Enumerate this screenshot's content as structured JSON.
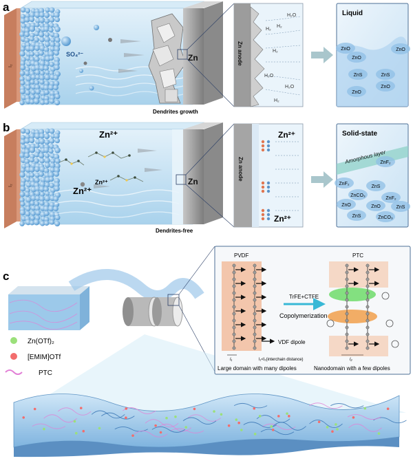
{
  "panels": {
    "a": {
      "letter": "a",
      "cathode_label": "I₂",
      "ion_label": "SO₄²⁻",
      "electrode_label": "Zn",
      "caption": "Dendrites growth",
      "zoom": {
        "anode_label": "Zn anode",
        "gas_labels": [
          "H₂O",
          "H₂",
          "H₂",
          "H₂",
          "H₂O",
          "H₂O",
          "H₂"
        ]
      },
      "result": {
        "title": "Liquid",
        "species": [
          "ZnO",
          "ZnO",
          "ZnO",
          "ZnS",
          "ZnS",
          "ZnO",
          "ZnO"
        ]
      }
    },
    "b": {
      "letter": "b",
      "cathode_label": "I₂",
      "ion_top": "Zn²⁺",
      "ion_mid_big": "Zn²⁺",
      "ion_mid_small": "Zn²⁺",
      "electrode_label": "Zn",
      "caption": "Dendrites-free",
      "zoom": {
        "anode_label": "Zn anode",
        "ion_upper": "Zn²⁺",
        "ion_lower": "Zn²⁺"
      },
      "result": {
        "title": "Solid-state",
        "layer_label": "Amorphous layer",
        "species": [
          "ZnF₂",
          "ZnF₂",
          "ZnS",
          "ZnCO₃",
          "ZnF₂",
          "ZnO",
          "ZnO",
          "ZnS",
          "ZnS",
          "ZnCO₃"
        ]
      }
    },
    "c": {
      "letter": "c",
      "legend": [
        {
          "label": "Zn(OTf)₂",
          "color": "#9be07a"
        },
        {
          "label": "[EMIM]OTf",
          "color": "#f26d6d"
        },
        {
          "label": "PTC",
          "color": "#e27fd6"
        }
      ],
      "pvdf": {
        "title": "PVDF",
        "dipole_label": "VDF dipole",
        "distance_label": "l₁<l₂(interchain distance)",
        "l1": "l₁",
        "caption": "Large domain with many dipoles"
      },
      "ptc": {
        "title": "PTC",
        "l2": "l₂",
        "caption": "Nanodomain  with a few dipoles"
      },
      "arrow": {
        "label_top": "TrFE+CTFE",
        "label_bottom": "Copolymerization"
      }
    }
  },
  "colors": {
    "electrolyte": "#bfe0f3",
    "cathode": "#d9987a",
    "zinc": "#9a9a9a",
    "particle": "#5ea6dc",
    "arrow": "#a9c6cc",
    "pvdf_band": "#f2b08a",
    "ptc_green": "#6fdc6a",
    "ptc_orange": "#f1a04b"
  }
}
